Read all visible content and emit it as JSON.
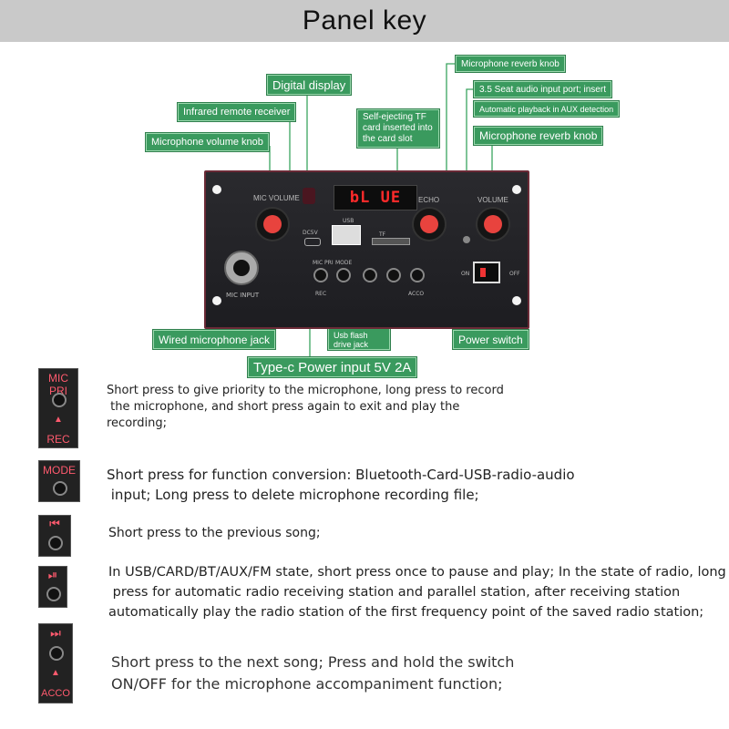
{
  "header": {
    "title": "Panel key"
  },
  "callouts": {
    "digital_display": "Digital display",
    "mic_reverb_top": "Microphone reverb knob",
    "infrared": "Infrared remote receiver",
    "aux_port": "3.5 Seat audio input port; insert",
    "aux_port_detail": "Automatic playback in AUX detection",
    "tf_card": "Self-ejecting TF card inserted into the card slot",
    "mic_volume": "Microphone volume knob",
    "mic_reverb_right": "Microphone reverb knob",
    "wired_mic": "Wired microphone jack",
    "usb_drive": "Usb flash drive jack",
    "power_switch": "Power switch",
    "typec": "Type-c Power input 5V 2A"
  },
  "board": {
    "display_text": "bL UE",
    "labels": {
      "mic_volume": "MIC VOLUME",
      "echo": "ECHO",
      "volume": "VOLUME",
      "usb": "USB",
      "dc5v": "DC5V",
      "tf": "TF",
      "mic_input": "MIC INPUT",
      "micpri": "MIC PRI",
      "mode": "MODE",
      "rec": "REC",
      "acco": "ACCO",
      "on": "ON",
      "off": "OFF"
    }
  },
  "keys": [
    {
      "icon_label": "MIC PRI",
      "icon_sub": "REC",
      "icon": "mic-pri-rec-button-icon",
      "lines": [
        "Short press to give priority to the microphone, long press to record",
        " the microphone, and short press again to exit and play the",
        "recording;"
      ]
    },
    {
      "icon_label": "MODE",
      "icon": "mode-button-icon",
      "lines": [
        "Short press for function conversion: Bluetooth-Card-USB-radio-audio",
        " input; Long press to delete microphone recording file;"
      ]
    },
    {
      "icon_label": "⏮",
      "icon": "previous-button-icon",
      "lines": [
        "Short press to the previous song;"
      ]
    },
    {
      "icon_label": "⏯",
      "icon": "play-pause-button-icon",
      "lines": [
        "In USB/CARD/BT/AUX/FM state, short press once to pause and play; In the state of radio, long",
        " press for automatic radio receiving station and parallel station, after receiving station",
        "automatically play the radio station of the first frequency point of the saved radio station;"
      ]
    },
    {
      "icon_label": "⏭",
      "icon_sub": "ACCO",
      "icon": "next-button-icon",
      "lines": [
        "Short press to the next song; Press and hold the switch",
        "ON/OFF for the microphone accompaniment function;"
      ]
    }
  ],
  "colors": {
    "callout": "#3a9a5e",
    "leader": "#3aa35f",
    "board": "#222226",
    "accent_red": "#ff3b3b"
  }
}
